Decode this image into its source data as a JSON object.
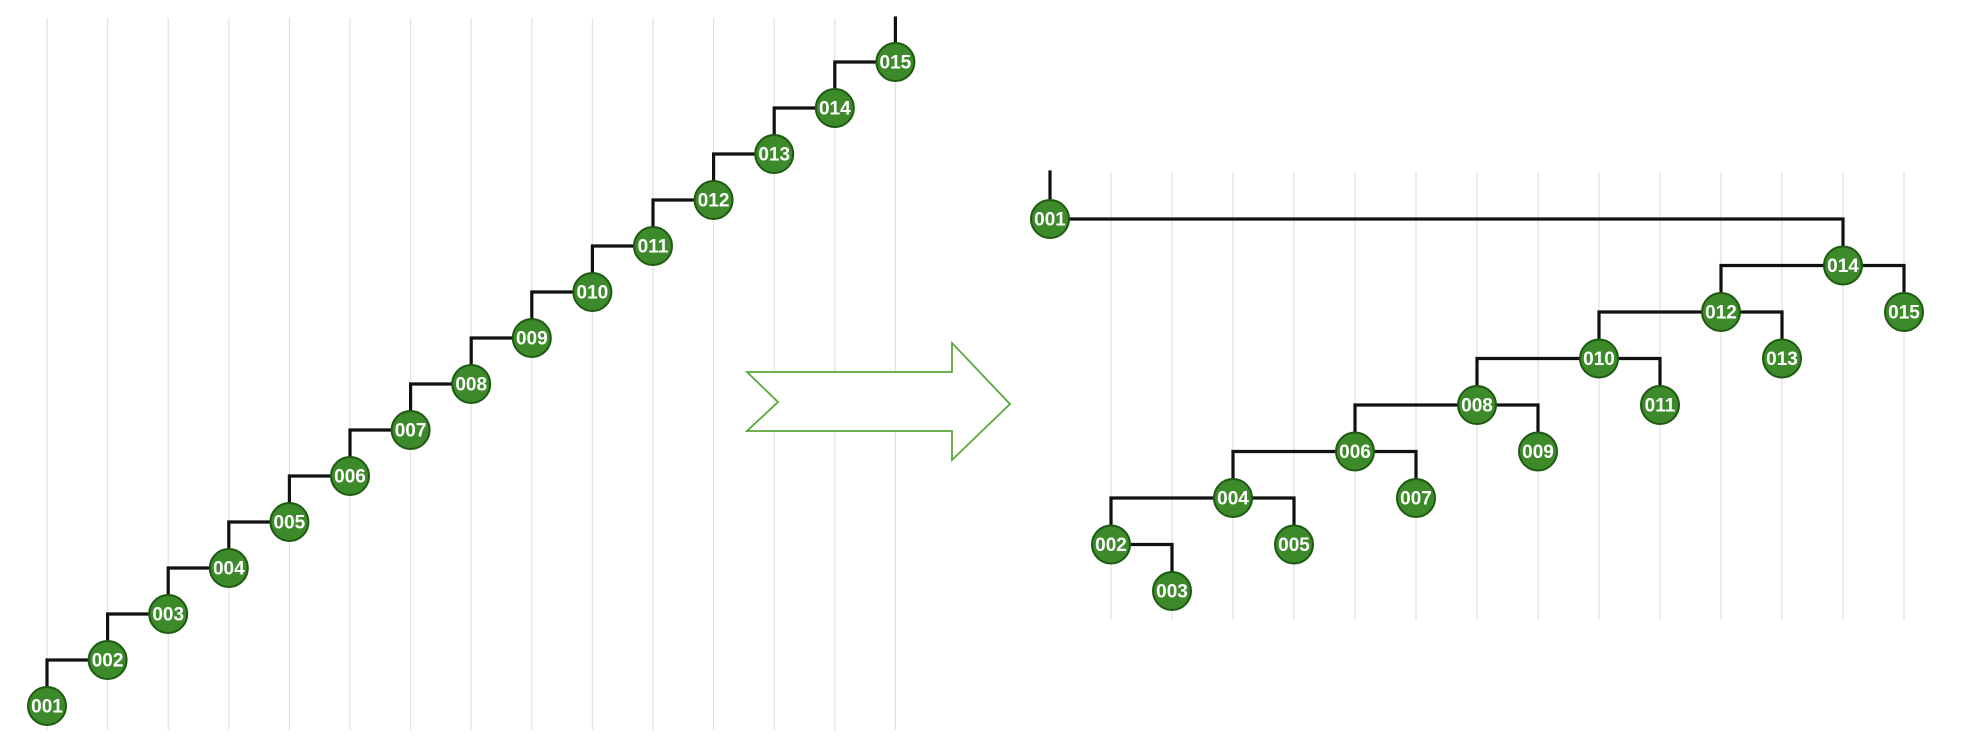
{
  "colors": {
    "node_fill": "#3d8a2b",
    "node_stroke": "#1e5a12",
    "edge": "#111111",
    "guide": "#e1e1e1",
    "arrow_stroke": "#5aa83c"
  },
  "arrow": {
    "icon": "right-arrow-icon"
  },
  "before": {
    "nodes": [
      {
        "id": "001",
        "label": "001"
      },
      {
        "id": "002",
        "label": "002"
      },
      {
        "id": "003",
        "label": "003"
      },
      {
        "id": "004",
        "label": "004"
      },
      {
        "id": "005",
        "label": "005"
      },
      {
        "id": "006",
        "label": "006"
      },
      {
        "id": "007",
        "label": "007"
      },
      {
        "id": "008",
        "label": "008"
      },
      {
        "id": "009",
        "label": "009"
      },
      {
        "id": "010",
        "label": "010"
      },
      {
        "id": "011",
        "label": "011"
      },
      {
        "id": "012",
        "label": "012"
      },
      {
        "id": "013",
        "label": "013"
      },
      {
        "id": "014",
        "label": "014"
      },
      {
        "id": "015",
        "label": "015"
      }
    ],
    "edges": [
      [
        "001",
        "002"
      ],
      [
        "002",
        "003"
      ],
      [
        "003",
        "004"
      ],
      [
        "004",
        "005"
      ],
      [
        "005",
        "006"
      ],
      [
        "006",
        "007"
      ],
      [
        "007",
        "008"
      ],
      [
        "008",
        "009"
      ],
      [
        "009",
        "010"
      ],
      [
        "010",
        "011"
      ],
      [
        "011",
        "012"
      ],
      [
        "012",
        "013"
      ],
      [
        "013",
        "014"
      ],
      [
        "014",
        "015"
      ]
    ]
  },
  "after": {
    "nodes": [
      {
        "id": "001",
        "label": "001"
      },
      {
        "id": "002",
        "label": "002"
      },
      {
        "id": "003",
        "label": "003"
      },
      {
        "id": "004",
        "label": "004"
      },
      {
        "id": "005",
        "label": "005"
      },
      {
        "id": "006",
        "label": "006"
      },
      {
        "id": "007",
        "label": "007"
      },
      {
        "id": "008",
        "label": "008"
      },
      {
        "id": "009",
        "label": "009"
      },
      {
        "id": "010",
        "label": "010"
      },
      {
        "id": "011",
        "label": "011"
      },
      {
        "id": "012",
        "label": "012"
      },
      {
        "id": "013",
        "label": "013"
      },
      {
        "id": "014",
        "label": "014"
      },
      {
        "id": "015",
        "label": "015"
      }
    ],
    "edges": [
      [
        "001",
        "014"
      ],
      [
        "014",
        "012"
      ],
      [
        "014",
        "015"
      ],
      [
        "012",
        "010"
      ],
      [
        "012",
        "013"
      ],
      [
        "010",
        "008"
      ],
      [
        "010",
        "011"
      ],
      [
        "008",
        "006"
      ],
      [
        "008",
        "009"
      ],
      [
        "006",
        "004"
      ],
      [
        "006",
        "007"
      ],
      [
        "004",
        "002"
      ],
      [
        "004",
        "005"
      ],
      [
        "002",
        "003"
      ]
    ]
  }
}
